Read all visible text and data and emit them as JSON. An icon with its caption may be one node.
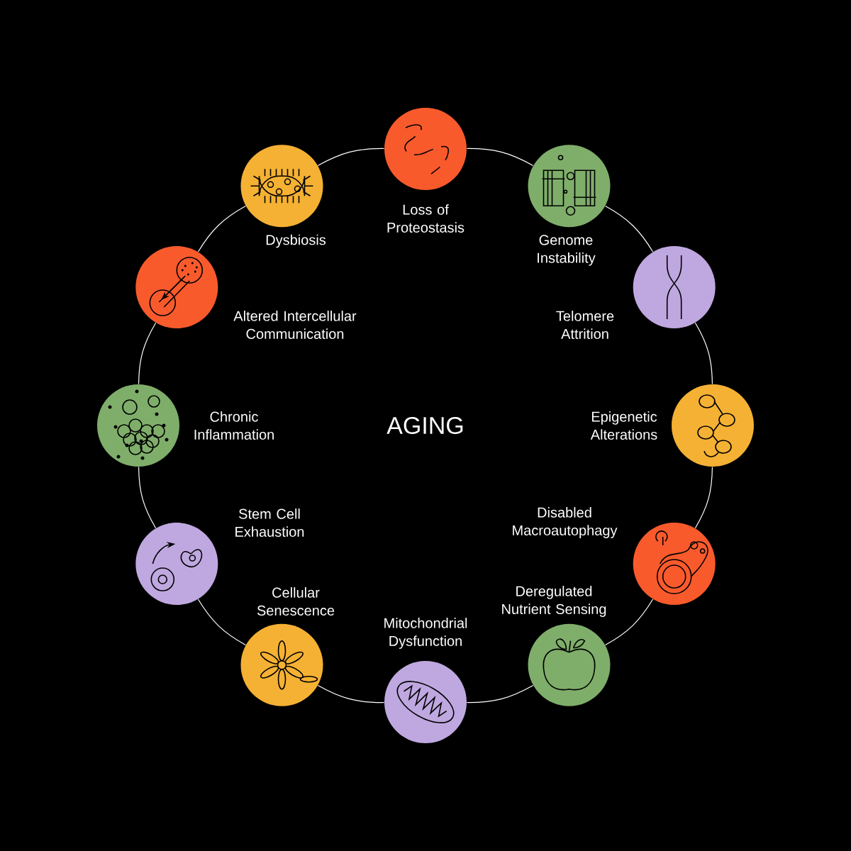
{
  "diagram": {
    "nodes": [
      {
        "text": [
          "Loss of Proteostasis"
        ]
      },
      {
        "text": [
          "Genome Instability"
        ]
      },
      {
        "text": [
          "Telomere Attrition"
        ]
      },
      {
        "text": [
          "Epigenetic Alterations"
        ]
      },
      {
        "text": [
          "Disabled Macroautophagy"
        ]
      },
      {
        "text": [
          "Deregulated Nutrient Sensing"
        ]
      },
      {
        "text": [
          "Mitochondrial Dysfunction"
        ]
      },
      {
        "text": [
          "Cellular Senescence"
        ]
      },
      {
        "text": [
          "Stem Cell Exhaustion"
        ]
      },
      {
        "text": [
          "Chronic Inflammation"
        ]
      },
      {
        "text": [
          "Altered Intercellular Communication"
        ]
      },
      {
        "text": [
          "Dysbiosis"
        ]
      }
    ],
    "edges": [
      {
        "from": 0,
        "to": 1,
        "arrow": "none"
      },
      {
        "from": 1,
        "to": 2,
        "arrow": "none"
      },
      {
        "from": 2,
        "to": 3,
        "arrow": "none"
      },
      {
        "from": 3,
        "to": 4,
        "arrow": "none"
      },
      {
        "from": 4,
        "to": 5,
        "arrow": "none"
      },
      {
        "from": 5,
        "to": 6,
        "arrow": "none"
      },
      {
        "from": 6,
        "to": 7,
        "arrow": "none"
      },
      {
        "from": 7,
        "to": 8,
        "arrow": "none"
      },
      {
        "from": 8,
        "to": 9,
        "arrow": "none"
      },
      {
        "from": 9,
        "to": 10,
        "arrow": "none"
      },
      {
        "from": 10,
        "to": 11,
        "arrow": "none"
      },
      {
        "from": 11,
        "to": 0,
        "arrow": "none"
      }
    ],
    "labels": [
      "AGING"
    ]
  }
}
